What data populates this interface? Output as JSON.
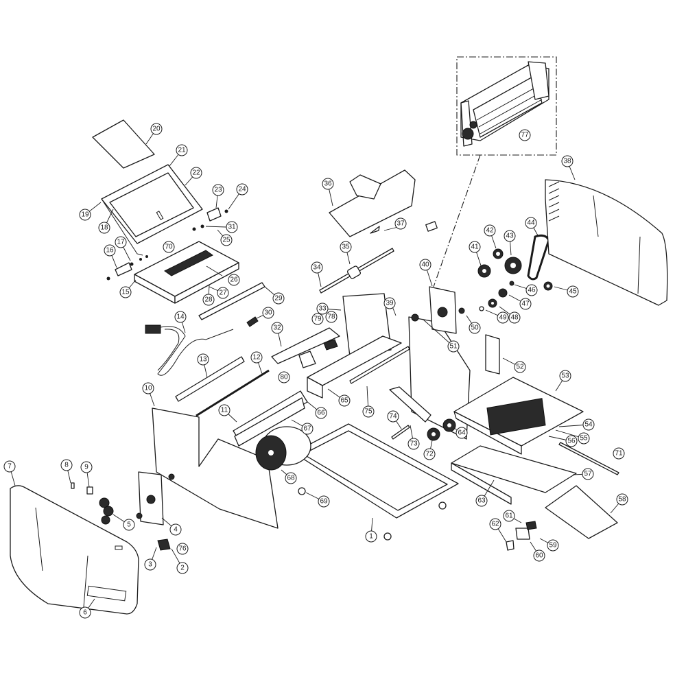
{
  "title": "Exploded parts diagram",
  "inset_label": "77",
  "parts": [
    {
      "id": "1",
      "label": "1"
    },
    {
      "id": "2",
      "label": "2"
    },
    {
      "id": "3",
      "label": "3"
    },
    {
      "id": "4",
      "label": "4"
    },
    {
      "id": "5",
      "label": "5"
    },
    {
      "id": "6",
      "label": "6"
    },
    {
      "id": "7",
      "label": "7"
    },
    {
      "id": "8",
      "label": "8"
    },
    {
      "id": "9",
      "label": "9"
    },
    {
      "id": "10",
      "label": "10"
    },
    {
      "id": "11",
      "label": "11"
    },
    {
      "id": "12",
      "label": "12"
    },
    {
      "id": "13",
      "label": "13"
    },
    {
      "id": "14",
      "label": "14"
    },
    {
      "id": "15",
      "label": "15"
    },
    {
      "id": "16",
      "label": "16"
    },
    {
      "id": "17",
      "label": "17"
    },
    {
      "id": "18",
      "label": "18"
    },
    {
      "id": "19",
      "label": "19"
    },
    {
      "id": "20",
      "label": "20"
    },
    {
      "id": "21",
      "label": "21"
    },
    {
      "id": "22",
      "label": "22"
    },
    {
      "id": "23",
      "label": "23"
    },
    {
      "id": "24",
      "label": "24"
    },
    {
      "id": "25",
      "label": "25"
    },
    {
      "id": "26",
      "label": "26"
    },
    {
      "id": "27",
      "label": "27"
    },
    {
      "id": "28",
      "label": "28"
    },
    {
      "id": "29",
      "label": "29"
    },
    {
      "id": "30",
      "label": "30"
    },
    {
      "id": "31",
      "label": "31"
    },
    {
      "id": "32",
      "label": "32"
    },
    {
      "id": "33",
      "label": "33"
    },
    {
      "id": "34",
      "label": "34"
    },
    {
      "id": "35",
      "label": "35"
    },
    {
      "id": "36",
      "label": "36"
    },
    {
      "id": "37",
      "label": "37"
    },
    {
      "id": "38",
      "label": "38"
    },
    {
      "id": "39",
      "label": "39"
    },
    {
      "id": "40",
      "label": "40"
    },
    {
      "id": "41",
      "label": "41"
    },
    {
      "id": "42",
      "label": "42"
    },
    {
      "id": "43",
      "label": "43"
    },
    {
      "id": "44",
      "label": "44"
    },
    {
      "id": "45",
      "label": "45"
    },
    {
      "id": "46",
      "label": "46"
    },
    {
      "id": "47",
      "label": "47"
    },
    {
      "id": "48",
      "label": "48"
    },
    {
      "id": "49",
      "label": "49"
    },
    {
      "id": "50",
      "label": "50"
    },
    {
      "id": "51",
      "label": "51"
    },
    {
      "id": "52",
      "label": "52"
    },
    {
      "id": "53",
      "label": "53"
    },
    {
      "id": "54",
      "label": "54"
    },
    {
      "id": "55",
      "label": "55"
    },
    {
      "id": "56",
      "label": "56"
    },
    {
      "id": "57",
      "label": "57"
    },
    {
      "id": "58",
      "label": "58"
    },
    {
      "id": "59",
      "label": "59"
    },
    {
      "id": "60",
      "label": "60"
    },
    {
      "id": "61",
      "label": "61"
    },
    {
      "id": "62",
      "label": "62"
    },
    {
      "id": "63",
      "label": "63"
    },
    {
      "id": "64",
      "label": "64"
    },
    {
      "id": "65",
      "label": "65"
    },
    {
      "id": "66",
      "label": "66"
    },
    {
      "id": "67",
      "label": "67"
    },
    {
      "id": "68",
      "label": "68"
    },
    {
      "id": "69",
      "label": "69"
    },
    {
      "id": "70",
      "label": "70"
    },
    {
      "id": "71",
      "label": "71"
    },
    {
      "id": "72",
      "label": "72"
    },
    {
      "id": "73",
      "label": "73"
    },
    {
      "id": "74",
      "label": "74"
    },
    {
      "id": "75",
      "label": "75"
    },
    {
      "id": "76",
      "label": "76"
    },
    {
      "id": "77",
      "label": "77"
    },
    {
      "id": "78",
      "label": "78"
    },
    {
      "id": "79",
      "label": "79"
    },
    {
      "id": "80",
      "label": "80"
    }
  ]
}
